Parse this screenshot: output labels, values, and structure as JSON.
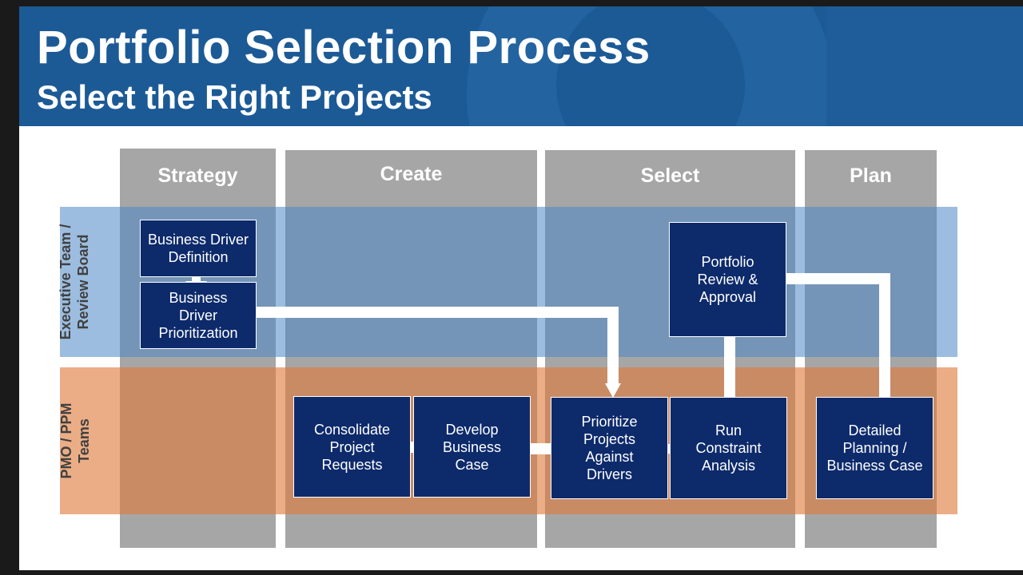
{
  "header": {
    "title": "Portfolio Selection Process",
    "subtitle": "Select the Right Projects"
  },
  "columns": [
    {
      "label": "Strategy"
    },
    {
      "label": "Create"
    },
    {
      "label": "Select"
    },
    {
      "label": "Plan"
    }
  ],
  "lanes": [
    {
      "label": "Executive Team /\nReview Board"
    },
    {
      "label": "PMO / PPM\nTeams"
    }
  ],
  "steps": {
    "business_driver_definition": "Business Driver\nDefinition",
    "business_driver_prioritization": "Business\nDriver\nPrioritization",
    "portfolio_review": "Portfolio\nReview &\nApproval",
    "consolidate_requests": "Consolidate\nProject\nRequests",
    "develop_business_case": "Develop\nBusiness\nCase",
    "prioritize_projects": "Prioritize\nProjects\nAgainst\nDrivers",
    "run_constraint_analysis": "Run\nConstraint\nAnalysis",
    "detailed_planning": "Detailed\nPlanning /\nBusiness Case"
  },
  "colors": {
    "header": "#1c5a96",
    "column": "#a6a6a6",
    "exec_lane": "#8eb4dc",
    "pmo_lane": "#e8a07a",
    "step_box": "#0d2a6b",
    "arrow": "#ffffff"
  }
}
